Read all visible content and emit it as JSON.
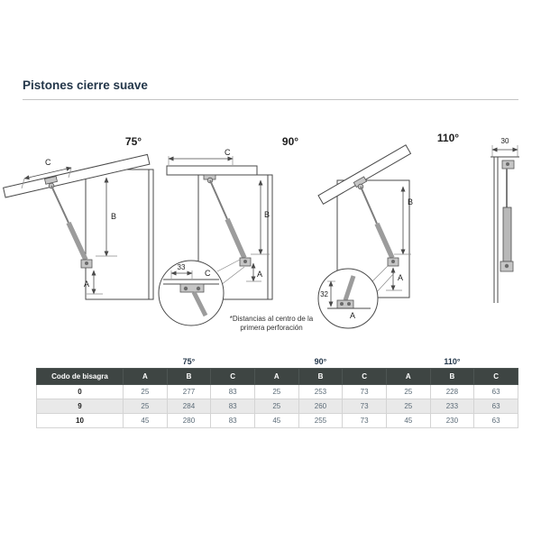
{
  "page": {
    "title": "Pistones cierre suave"
  },
  "diagrams": {
    "d75": {
      "angle_label": "75°"
    },
    "d90": {
      "angle_label": "90°",
      "detail_dim": "33"
    },
    "d110": {
      "angle_label": "110°",
      "detail_dim": "32"
    },
    "side": {
      "dim": "30"
    },
    "dim_letters": {
      "a": "A",
      "b": "B",
      "c": "C"
    },
    "note": "*Distancias al centro de la primera perforación"
  },
  "table": {
    "row_header": "Codo de bisagra",
    "col_group_headers": [
      "75°",
      "90°",
      "110°"
    ],
    "sub_headers": [
      "A",
      "B",
      "C",
      "A",
      "B",
      "C",
      "A",
      "B",
      "C"
    ],
    "rows": [
      {
        "label": "0",
        "values": [
          "25",
          "277",
          "83",
          "25",
          "253",
          "73",
          "25",
          "228",
          "63"
        ]
      },
      {
        "label": "9",
        "values": [
          "25",
          "284",
          "83",
          "25",
          "260",
          "73",
          "25",
          "233",
          "63"
        ]
      },
      {
        "label": "10",
        "values": [
          "45",
          "280",
          "83",
          "45",
          "255",
          "73",
          "45",
          "230",
          "63"
        ]
      }
    ]
  },
  "colors": {
    "title_text": "#24374a",
    "table_header_bg": "#3e4543",
    "table_value_text": "#5b6b77",
    "row_alt_bg": "#e9e9e9",
    "divider": "#c4c4c4"
  }
}
